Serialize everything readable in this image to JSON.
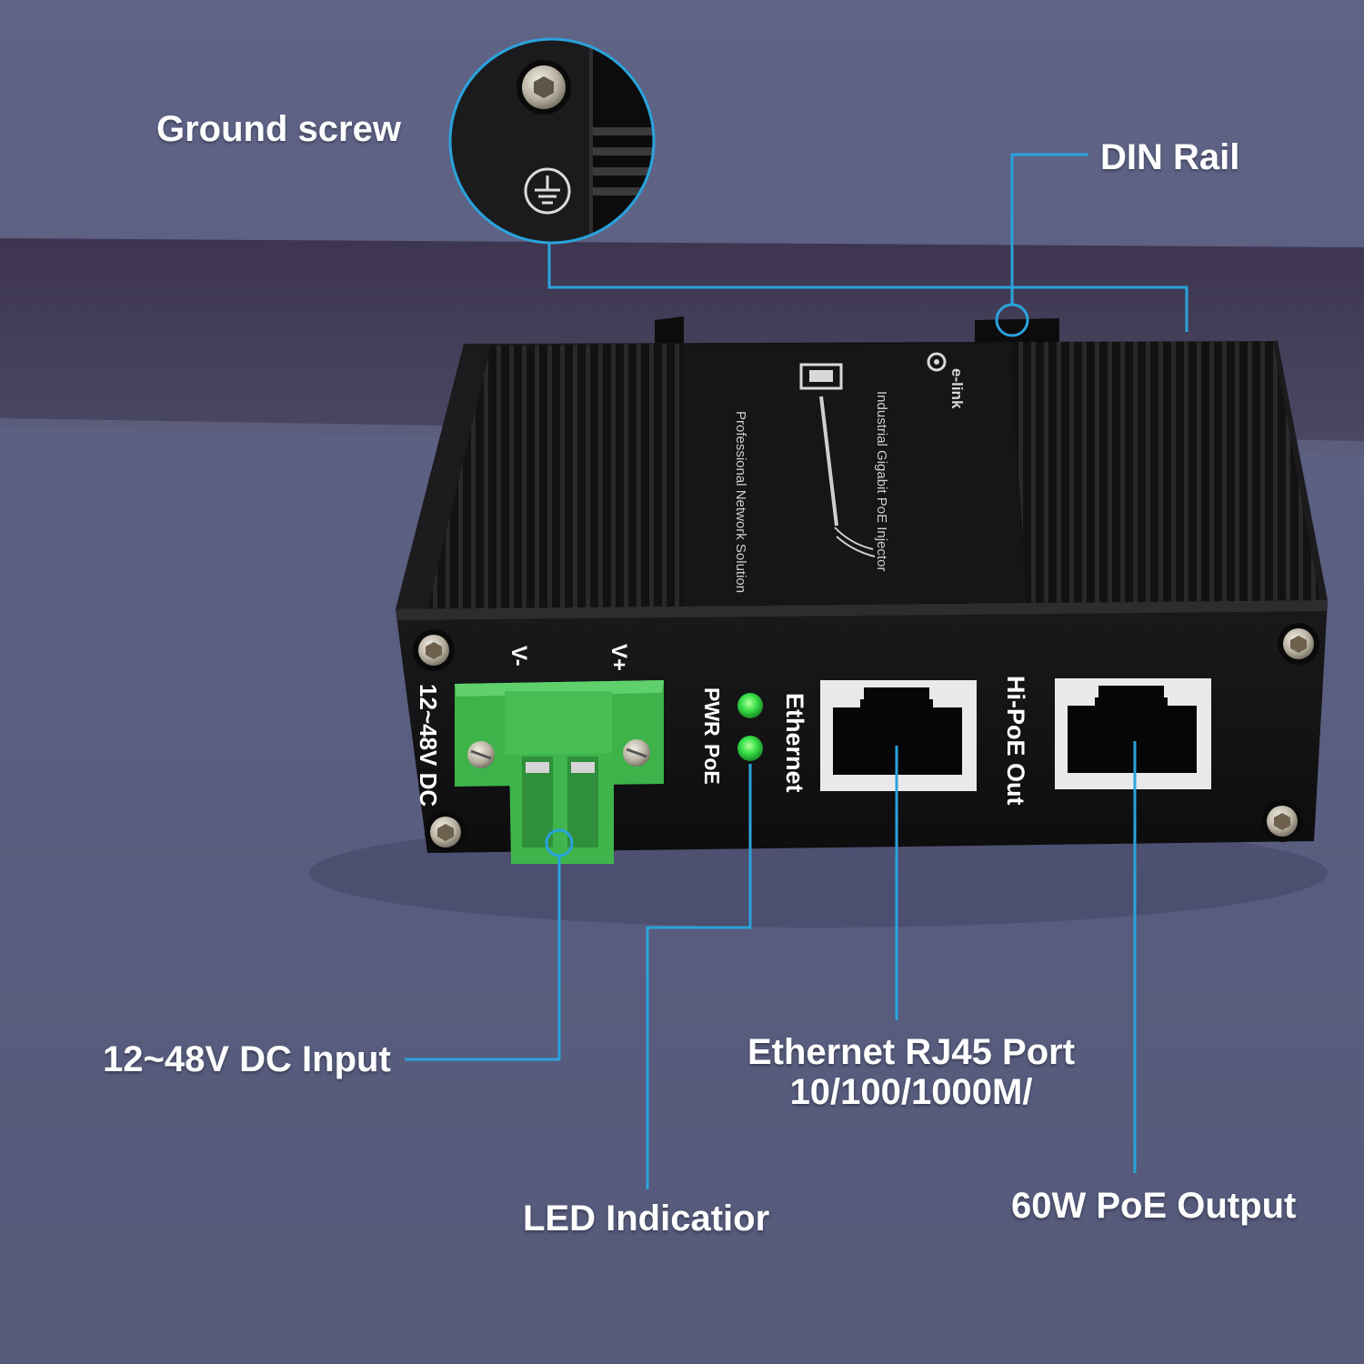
{
  "callouts": {
    "ground_screw": "Ground screw",
    "din_rail": "DIN Rail",
    "dc_input": "12~48V DC Input",
    "led_indicator": "LED Indicatior",
    "ethernet_port_line1": "Ethernet RJ45 Port",
    "ethernet_port_line2": "10/100/1000M/",
    "poe_output": "60W PoE Output"
  },
  "device": {
    "brand": "e-link",
    "product_name": "Industrial Gigabit PoE Injector",
    "tagline": "Professional Network Solution",
    "power_range": "12~48V DC",
    "terminal_minus": "V-",
    "terminal_plus": "V+",
    "led_pwr": "PWR",
    "led_poe": "PoE",
    "port_ethernet": "Ethernet",
    "port_hipoe": "Hi-PoE Out"
  },
  "colors": {
    "background": "#5e6283",
    "callout_line": "#2aa3dd",
    "device_body": "#141414",
    "terminal_green": "#3db34a",
    "led_green": "#39e24a",
    "label_text": "#ffffff"
  }
}
